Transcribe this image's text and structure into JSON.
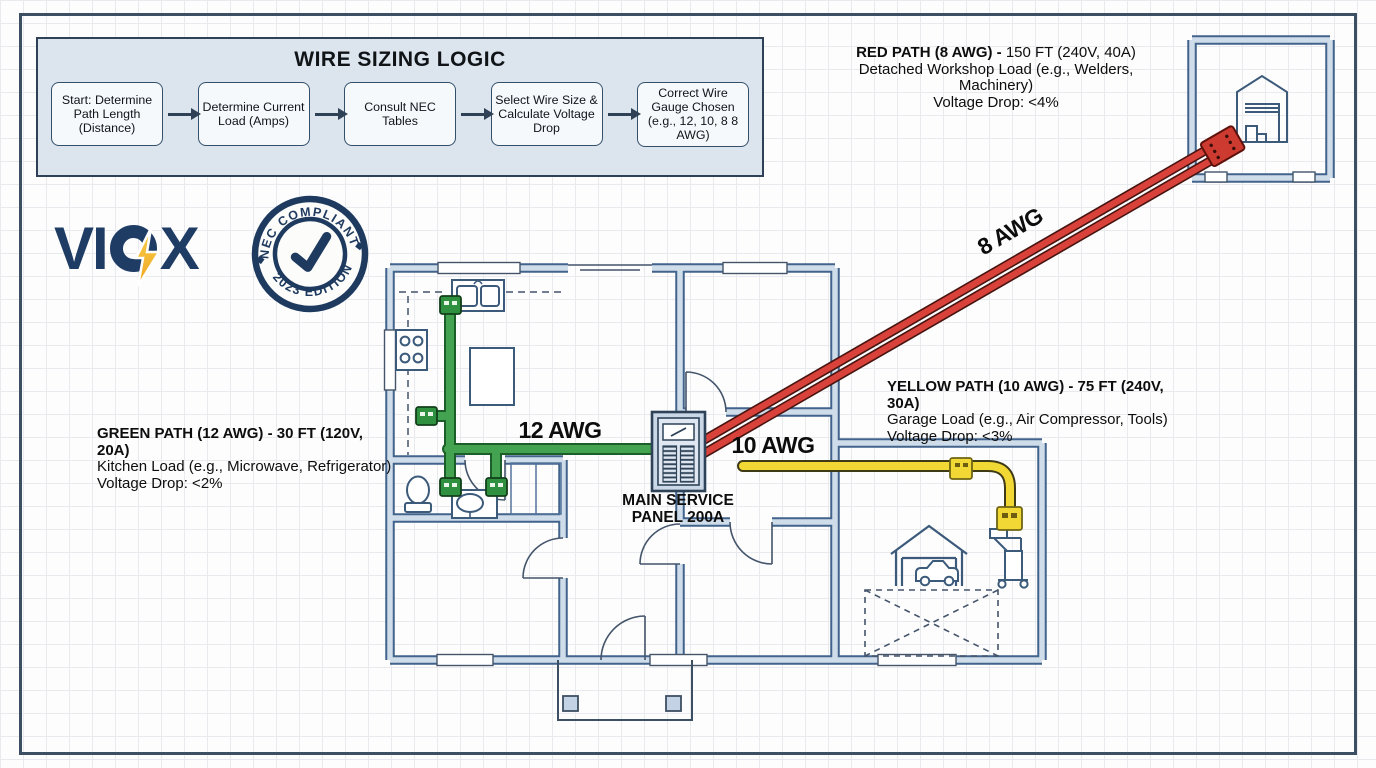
{
  "flowchart": {
    "title": "WIRE SIZING LOGIC",
    "steps": [
      "Start: Determine Path Length (Distance)",
      "Determine Current Load (Amps)",
      "Consult NEC Tables",
      "Select Wire Size & Calculate Voltage Drop",
      "Correct Wire Gauge Chosen (e.g., 12, 10, 8 8 AWG)"
    ]
  },
  "logo": {
    "brand": "VIOX",
    "part_left": "VI",
    "part_right": "X"
  },
  "badge": {
    "arc_top": "NEC COMPLIANT",
    "arc_bottom": "2023 EDITION"
  },
  "annotations": {
    "red": {
      "title_bold": "RED PATH (8 AWG) - ",
      "title_rest": "150 FT (240V, 40A)",
      "line2": "Detached Workshop Load (e.g., Welders, Machinery)",
      "line3": "Voltage Drop: <4%"
    },
    "yellow": {
      "title": "YELLOW PATH (10 AWG) - 75 FT (240V, 30A)",
      "line2": "Garage Load (e.g., Air Compressor, Tools)",
      "line3": "Voltage Drop: <3%"
    },
    "green": {
      "title": "GREEN PATH (12 AWG) - 30 FT (120V, 20A)",
      "line2": "Kitchen Load (e.g., Microwave, Refrigerator)",
      "line3": "Voltage Drop: <2%"
    }
  },
  "wire_labels": {
    "green": "12 AWG",
    "yellow": "10 AWG",
    "red": "8 AWG"
  },
  "panel": {
    "label_line1": "MAIN SERVICE",
    "label_line2": "PANEL 200A"
  },
  "colors": {
    "green_wire": "#43a351",
    "yellow_wire": "#f2d835",
    "red_wire": "#d9423a",
    "wall_fill": "#cfdcea",
    "wall_edge": "#54749c",
    "navy": "#1e3c64",
    "bolt_yellow": "#f5b233",
    "frame": "#3d4f63"
  }
}
